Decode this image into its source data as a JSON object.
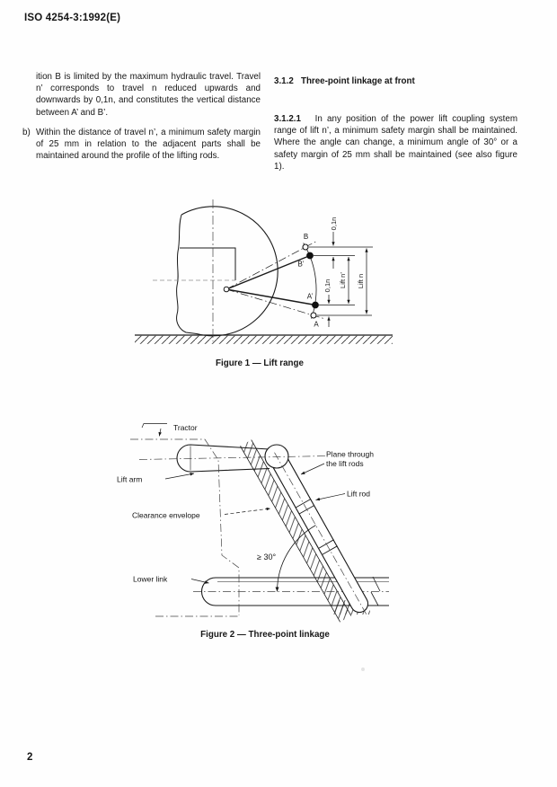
{
  "page": {
    "header": "ISO 4254-3:1992(E)",
    "page_number": "2"
  },
  "left_column": {
    "paragraph_a_continuation": "ition B is limited by the maximum hydraulic travel. Travel n’ corresponds to travel n reduced upwards and downwards by 0,1n, and constitutes the vertical distance between A’ and B’.",
    "item_b": {
      "marker": "b)",
      "text": "Within the distance of travel n’, a minimum safety margin of 25 mm in relation to the adjacent parts shall be maintained around the profile of the lifting rods."
    }
  },
  "right_column": {
    "heading": "3.1.2   Three-point linkage at front",
    "paragraph_label": "3.1.2.1",
    "paragraph_text": "   In any position of the power lift coupling system range of lift n’, a minimum safety margin shall be maintained. Where the angle can change, a minimum angle of 30° or a safety margin of 25 mm shall be maintained (see also figure 1)."
  },
  "figure_1": {
    "caption": "Figure 1 — Lift range",
    "labels": {
      "point_B": "B",
      "point_B_prime": "B’",
      "point_A_prime": "A’",
      "point_A": "A",
      "dim_upper": "0,1n",
      "dim_lower": "0,1n",
      "dim_lift_n_prime": "Lift n’",
      "dim_lift_n": "Lift n"
    }
  },
  "figure_2": {
    "caption": "Figure 2 — Three-point linkage",
    "labels": {
      "tractor": "Tractor",
      "lift_arm": "Lift arm",
      "clearance_envelope": "Clearance envelope",
      "plane_through_line1": "Plane through",
      "plane_through_line2": "the lift rods",
      "lift_rod": "Lift rod",
      "min_angle": "≥ 30°",
      "lower_link": "Lower link"
    }
  }
}
